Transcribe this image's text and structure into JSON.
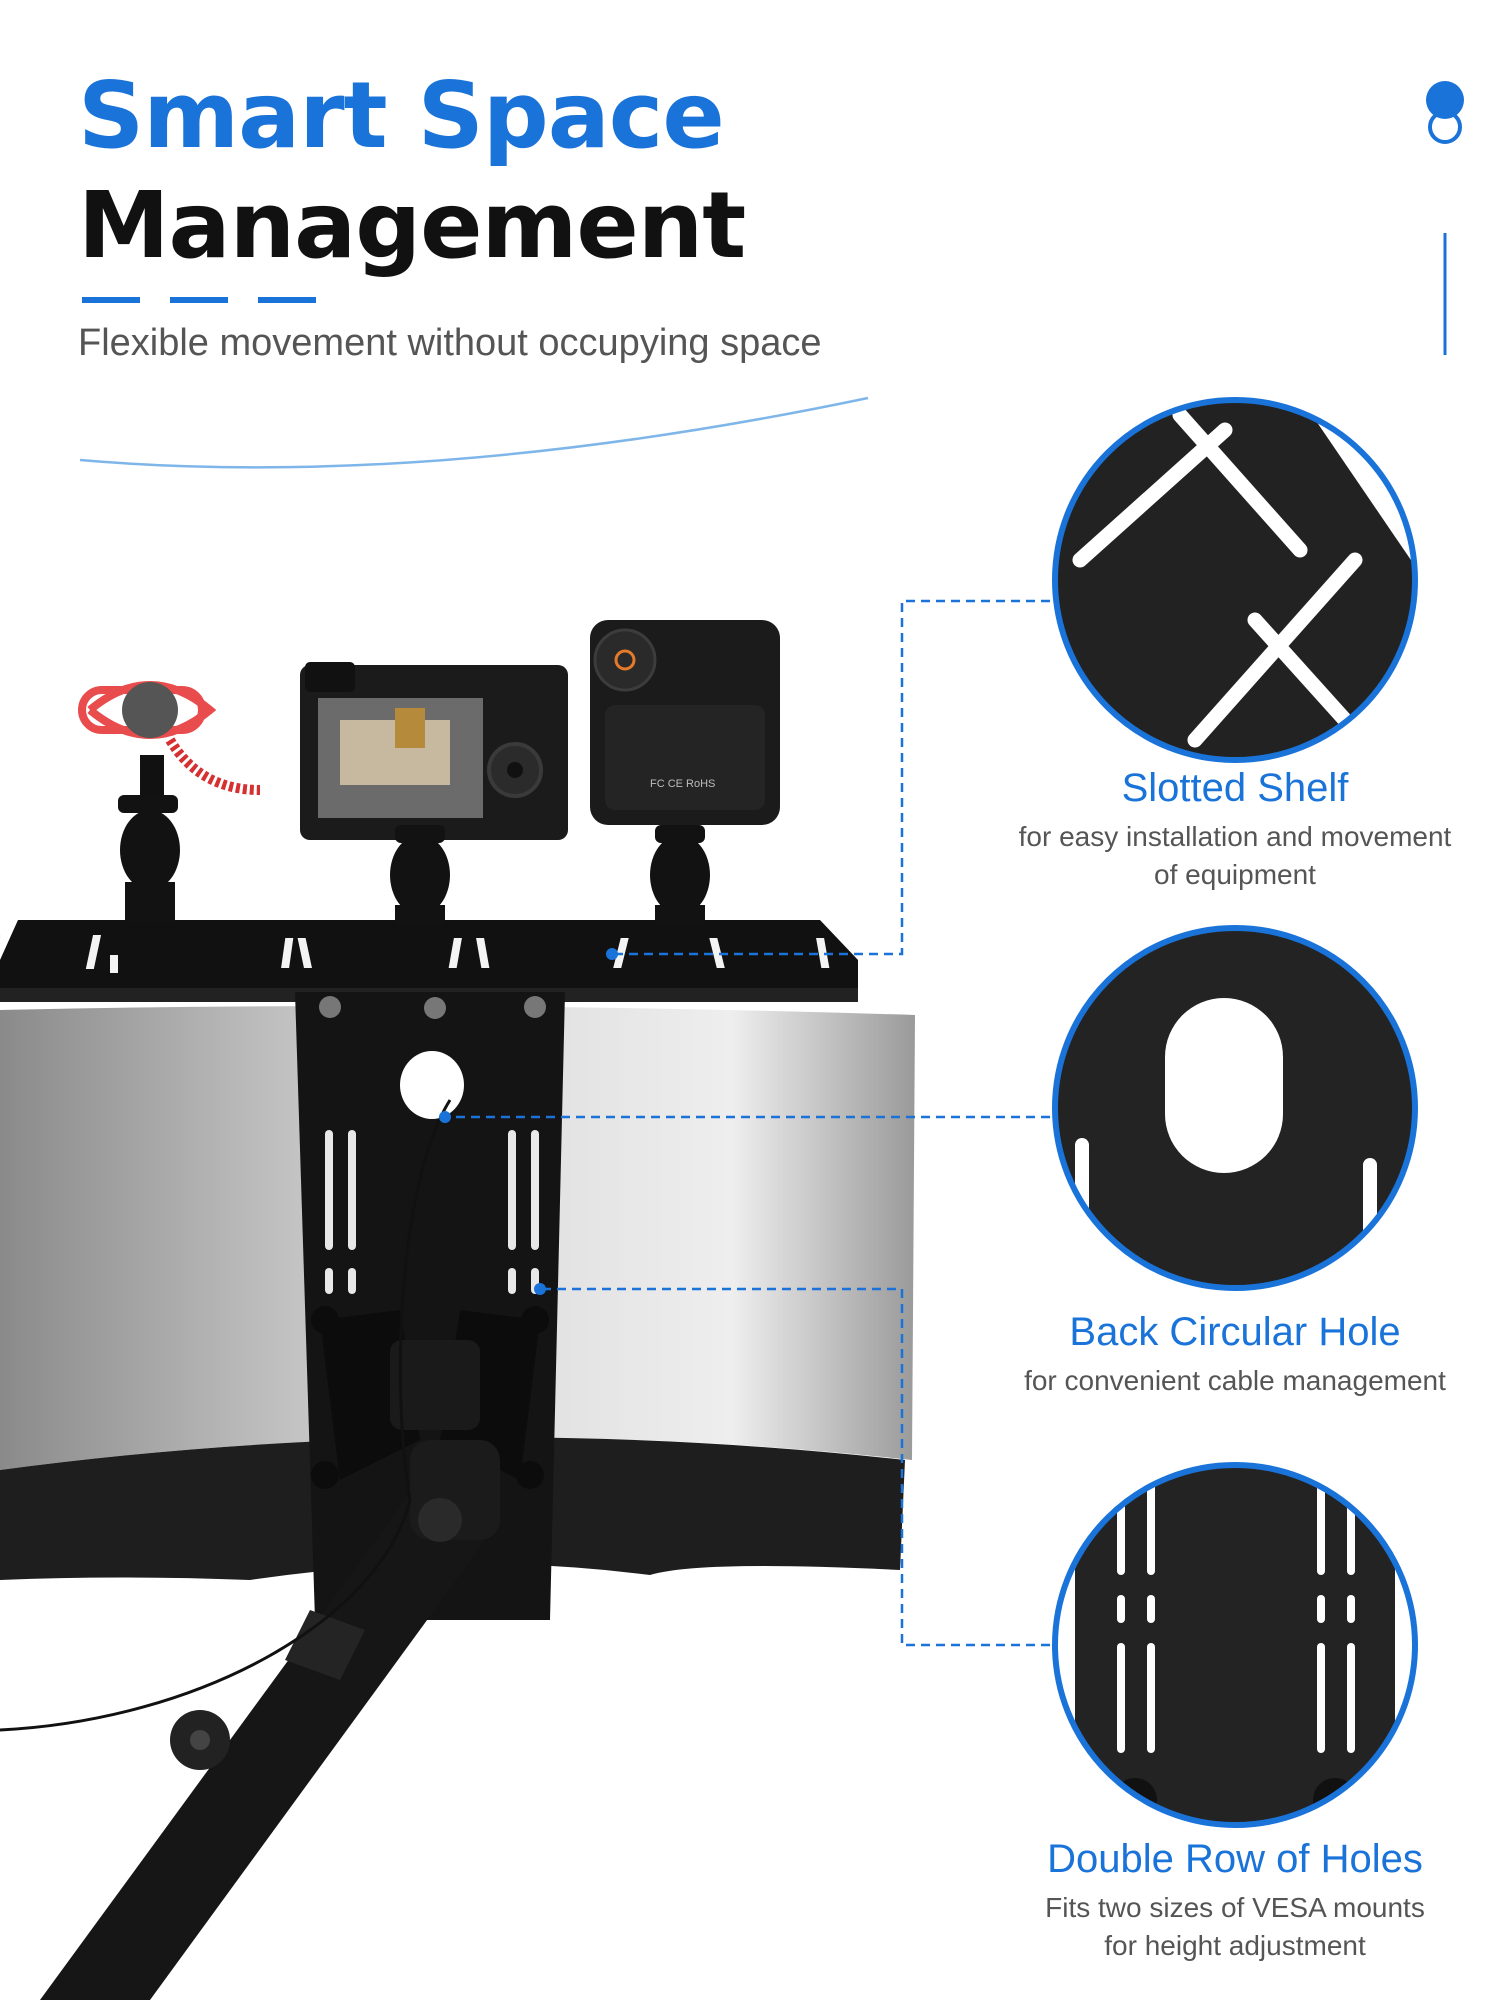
{
  "heading": {
    "line1": "Smart Space",
    "line2": "Management",
    "subtitle": "Flexible movement without occupying space"
  },
  "features": [
    {
      "title": "Slotted Shelf",
      "desc1": "for easy installation and movement",
      "desc2": "of equipment"
    },
    {
      "title": "Back Circular Hole",
      "desc1": "for convenient cable management",
      "desc2": ""
    },
    {
      "title": "Double Row of Holes",
      "desc1": "Fits two sizes of VESA mounts",
      "desc2": "for height adjustment"
    }
  ],
  "light_label": "FC CE RoHS",
  "colors": {
    "accent": "#1a73d9",
    "dark": "#111111",
    "text_gray": "#555555"
  }
}
